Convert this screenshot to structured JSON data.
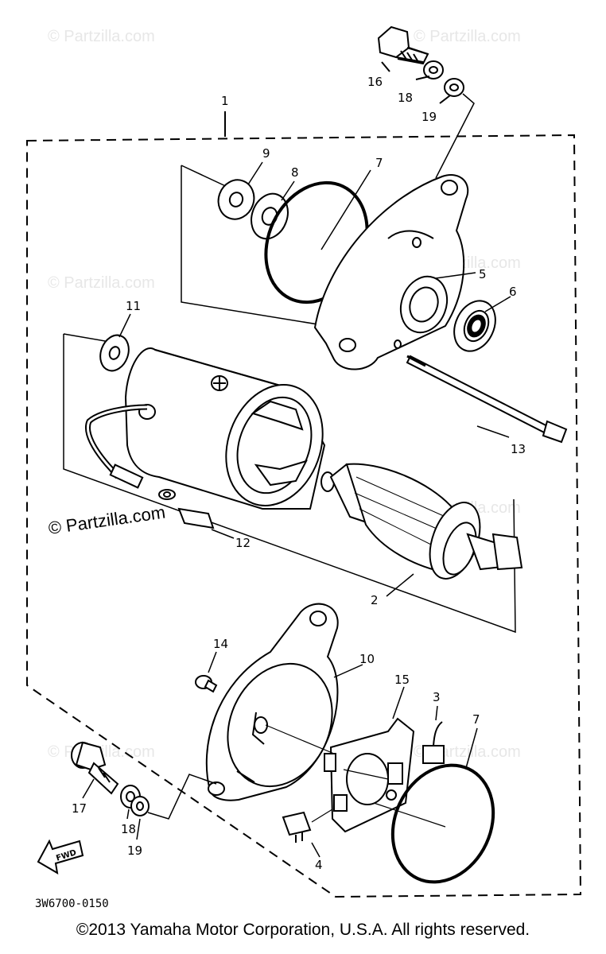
{
  "watermarks": {
    "faint": [
      "© Partzilla.com",
      "© Partzilla.com",
      "© Partzilla.com",
      "© Partzilla.com",
      "© Partzilla.com",
      "© Partzilla.com",
      "© Partzilla.com"
    ],
    "strong": "© Partzilla.com"
  },
  "callouts": [
    "1",
    "2",
    "3",
    "4",
    "5",
    "6",
    "7",
    "7",
    "8",
    "9",
    "10",
    "11",
    "12",
    "13",
    "14",
    "15",
    "16",
    "17",
    "18",
    "18",
    "19",
    "19"
  ],
  "fwd_label": "FWD",
  "part_code": "3W6700-0150",
  "copyright": "©2013 Yamaha Motor Corporation, U.S.A. All rights reserved."
}
